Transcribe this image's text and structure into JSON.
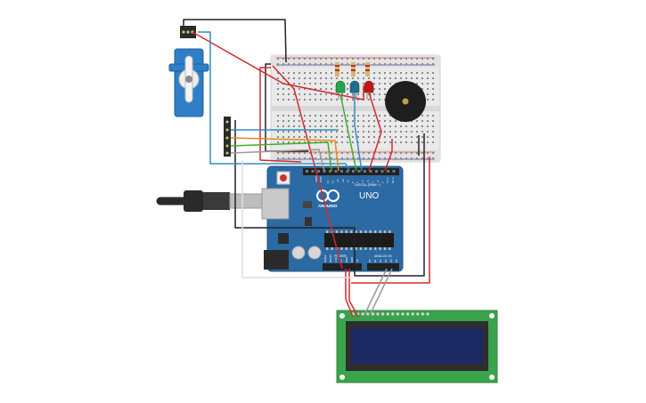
{
  "arduino": {
    "brand": "ARDUINO",
    "model": "UNO",
    "digital_label": "DIGITAL (PWM ~)",
    "power_label": "POWER",
    "analog_label": "ANALOG IN",
    "aref_label": "AREF",
    "gnd_label": "GND",
    "digital_pins": [
      "13",
      "12",
      "~11",
      "~10",
      "~9",
      "8",
      "7",
      "~6",
      "~5",
      "4",
      "~3",
      "2",
      "TX 1",
      "RX 0"
    ],
    "power_pins": [
      "IOREF",
      "RESET",
      "3.3V",
      "5V",
      "GND",
      "GND",
      "Vin"
    ],
    "analog_pins": [
      "A0",
      "A1",
      "A2",
      "A3",
      "A4",
      "A5"
    ]
  },
  "leds": [
    {
      "name": "green",
      "color": "#1fa84a"
    },
    {
      "name": "blue",
      "color": "#1a6f8f"
    },
    {
      "name": "red",
      "color": "#c41414"
    }
  ],
  "colors": {
    "wire_red": "#d42a2a",
    "wire_black": "#222222",
    "wire_green": "#3fae2f",
    "wire_blue": "#2c8fc4",
    "wire_orange": "#e08a1e",
    "wire_grey": "#9a9a9a",
    "board_blue": "#2b6aa3",
    "servo_blue": "#2f7fc8",
    "lcd_green": "#3aa34b",
    "lcd_screen": "#1c2a63"
  }
}
